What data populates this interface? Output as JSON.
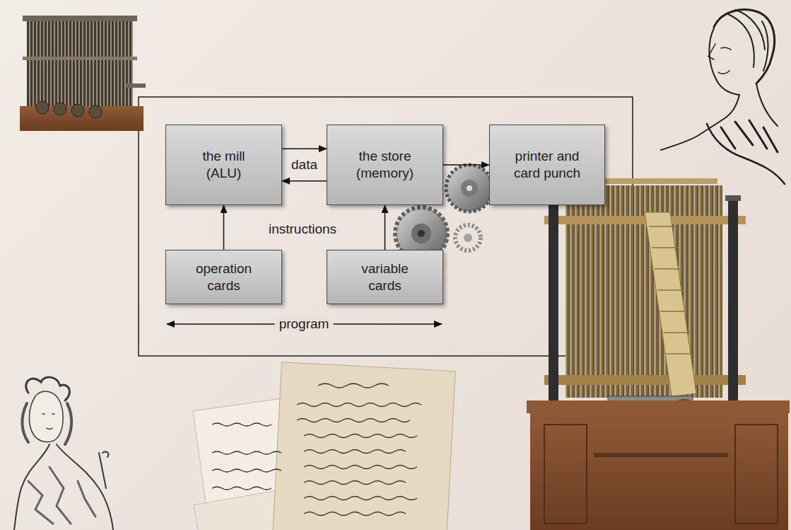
{
  "diagram": {
    "nodes": [
      {
        "text": [
          "the mill (ALU)"
        ]
      },
      {
        "text": [
          "the store (memory)"
        ]
      },
      {
        "text": [
          "printer and card punch"
        ]
      },
      {
        "text": [
          "operation cards"
        ]
      },
      {
        "text": [
          "variable cards"
        ]
      }
    ],
    "edges": [
      {
        "from": 0,
        "to": 1,
        "arrow": "to",
        "label": "data"
      },
      {
        "from": 1,
        "to": 0,
        "arrow": "to"
      },
      {
        "from": 1,
        "to": 2,
        "arrow": "to"
      },
      {
        "from": 3,
        "to": 0,
        "arrow": "to"
      },
      {
        "from": 4,
        "to": 1,
        "arrow": "to"
      }
    ],
    "labels": [
      "instructions",
      "program"
    ]
  }
}
